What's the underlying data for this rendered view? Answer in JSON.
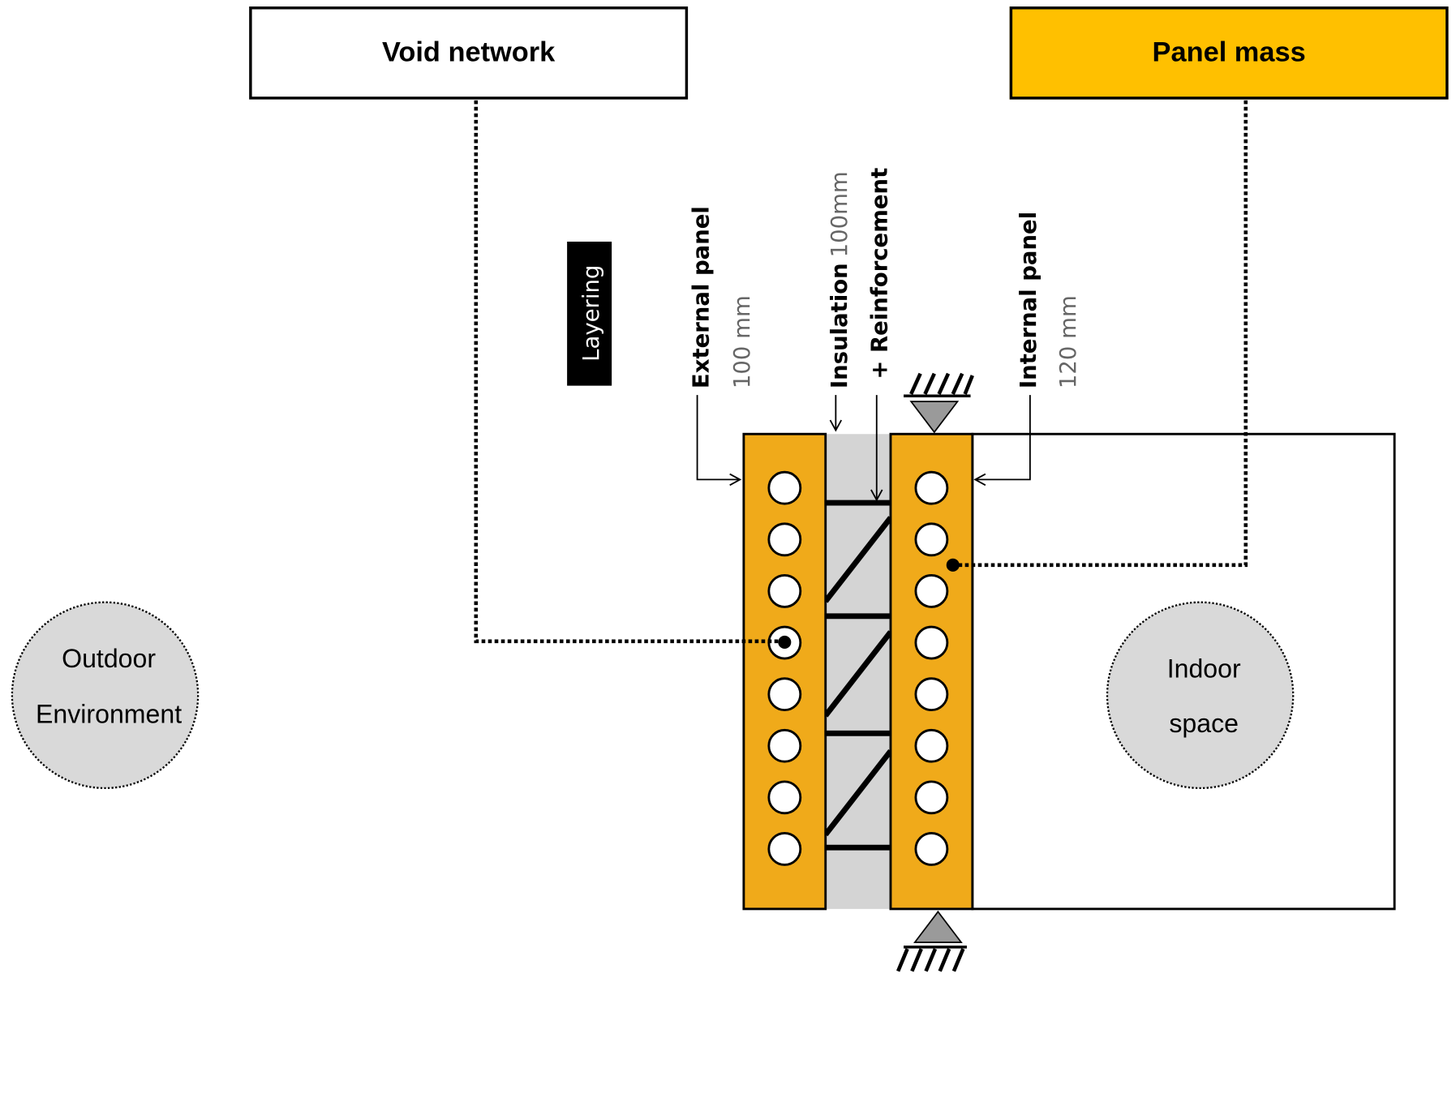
{
  "labels": {
    "void_network": "Void network",
    "panel_mass": "Panel mass",
    "layering": "Layering",
    "external_panel_name": "External panel",
    "external_panel_size": "100 mm",
    "insulation_name": "Insulation",
    "insulation_size": "100mm",
    "reinforcement": "+ Reinforcement",
    "internal_panel_name": "Internal panel",
    "internal_panel_size": "120 mm",
    "outdoor_line1": "Outdoor",
    "outdoor_line2": "Environment",
    "indoor_line1": "Indoor",
    "indoor_line2": "space"
  },
  "colors": {
    "panel_fill": "#f0aa1a",
    "panel_mass_box": "#ffc000",
    "insulation_fill": "#d4d4d4",
    "node_fill": "#d9d9d9",
    "support_fill": "#9a9a9a",
    "size_text": "#666666"
  },
  "voids_per_panel": 8
}
